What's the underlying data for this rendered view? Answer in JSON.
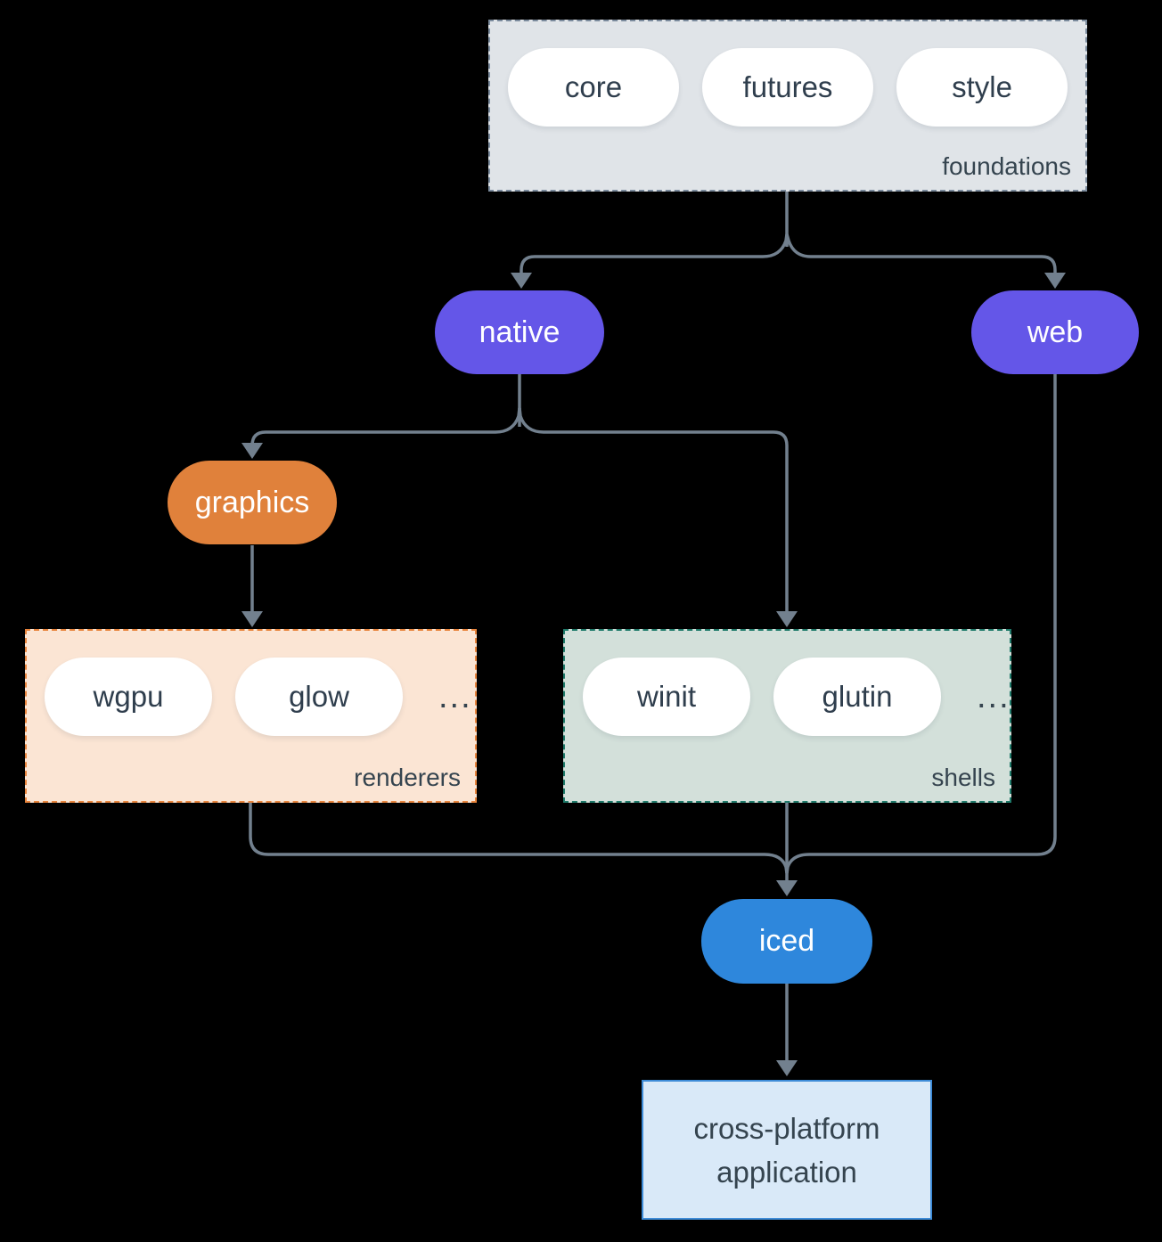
{
  "groups": {
    "foundations": {
      "label": "foundations",
      "items": [
        {
          "label": "core"
        },
        {
          "label": "futures"
        },
        {
          "label": "style"
        }
      ]
    },
    "renderers": {
      "label": "renderers",
      "items": [
        {
          "label": "wgpu"
        },
        {
          "label": "glow"
        }
      ],
      "ellipsis": "..."
    },
    "shells": {
      "label": "shells",
      "items": [
        {
          "label": "winit"
        },
        {
          "label": "glutin"
        }
      ],
      "ellipsis": "..."
    }
  },
  "nodes": {
    "native": {
      "label": "native"
    },
    "web": {
      "label": "web"
    },
    "graphics": {
      "label": "graphics"
    },
    "iced": {
      "label": "iced"
    },
    "application": {
      "line1": "cross-platform",
      "line2": "application"
    }
  },
  "colors": {
    "background": "#000000",
    "edge": "#72808e",
    "node_purple": "#6456e8",
    "node_orange": "#e0813b",
    "node_blue": "#2e87dc",
    "foundations_bg": "#e0e4e8",
    "foundations_border": "#7b8b9d",
    "renderers_bg": "#fbe5d4",
    "renderers_border": "#e8843c",
    "shells_bg": "#d3e0da",
    "shells_border": "#1f7a6a",
    "app_bg": "#d9e9f8",
    "app_border": "#3e8cd8",
    "pill_bg": "#ffffff",
    "pill_text": "#2f3e4d",
    "label_text": "#35444f",
    "node_text": "#ffffff"
  }
}
